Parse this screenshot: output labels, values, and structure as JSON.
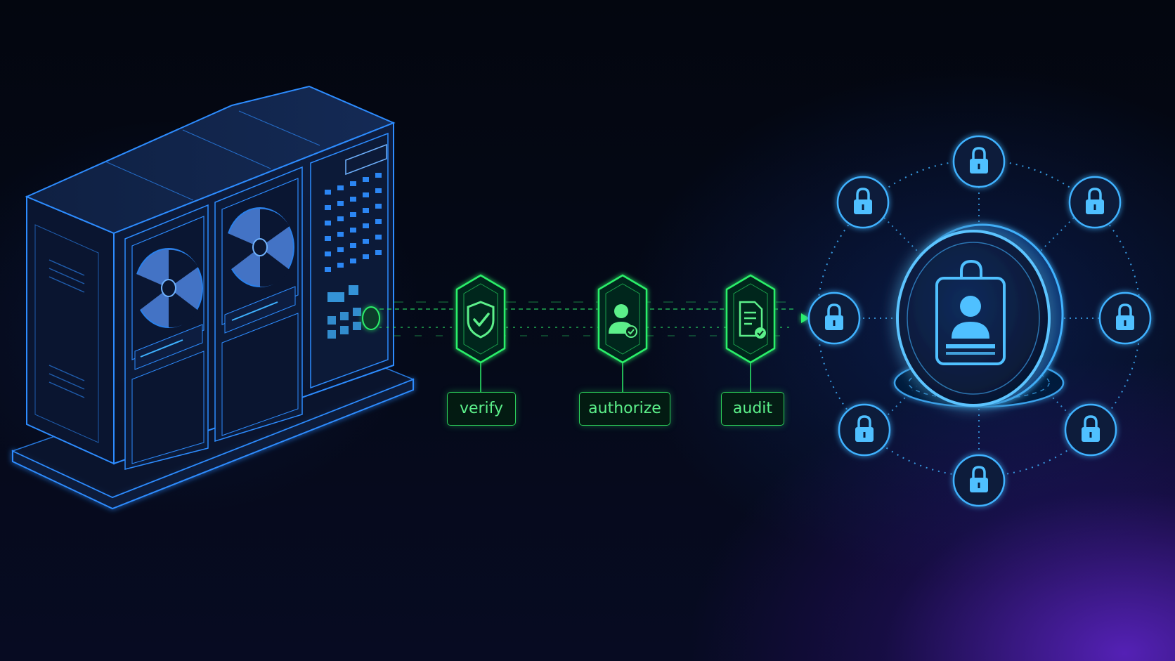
{
  "steps": [
    {
      "label": "verify",
      "icon": "shield-check-icon"
    },
    {
      "label": "authorize",
      "icon": "user-check-icon"
    },
    {
      "label": "audit",
      "icon": "document-check-icon"
    }
  ],
  "hub": {
    "icon": "id-badge-lock-icon"
  },
  "ring_nodes": {
    "count": 8,
    "icon": "padlock-icon"
  },
  "colors": {
    "background": "#040814",
    "server_line": "#2d8cff",
    "pipeline_green": "#2cf06a",
    "hub_blue": "#3fb2ff",
    "accent_purple": "#6a2be0"
  }
}
